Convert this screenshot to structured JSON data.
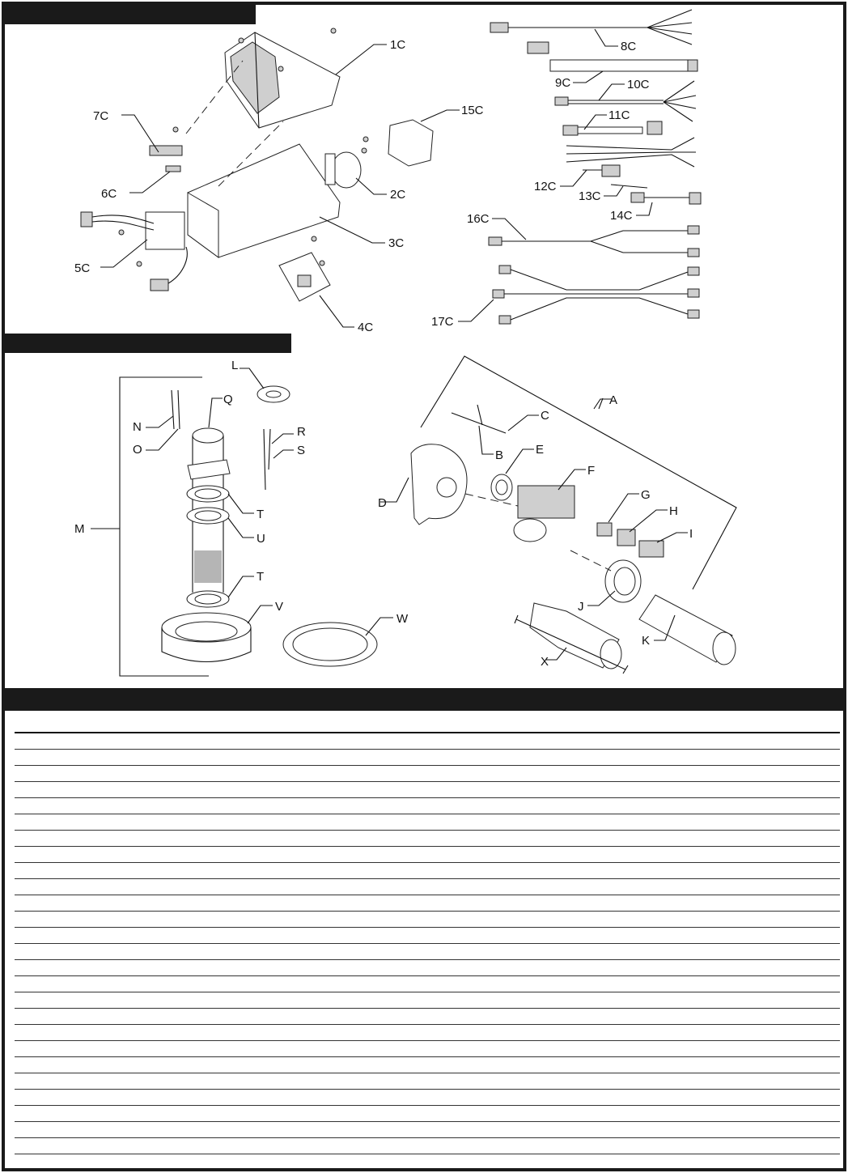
{
  "controls_labels": [
    "1C",
    "2C",
    "3C",
    "4C",
    "5C",
    "6C",
    "7C",
    "15C"
  ],
  "wiring_labels": [
    "8C",
    "9C",
    "10C",
    "11C",
    "12C",
    "13C",
    "14C",
    "16C",
    "17C"
  ],
  "burner_labels": [
    "L",
    "Q",
    "N",
    "O",
    "R",
    "S",
    "M",
    "T",
    "U",
    "T",
    "V",
    "W"
  ],
  "gas_train_labels": [
    "A",
    "C",
    "B",
    "E",
    "D",
    "F",
    "G",
    "H",
    "I",
    "J",
    "K",
    "X"
  ],
  "parts_table": {
    "row_count": 27
  }
}
